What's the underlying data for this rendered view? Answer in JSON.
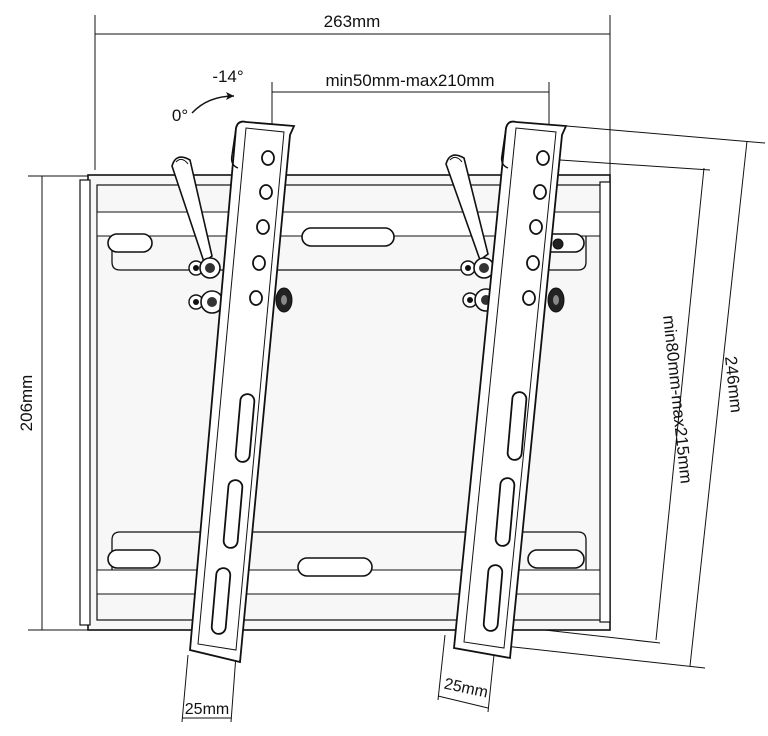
{
  "dimensions": {
    "overall_width": "263mm",
    "overall_height": "206mm",
    "bracket_height": "246mm",
    "vesa_horizontal": "min50mm-max210mm",
    "vesa_vertical": "min80mm-max215mm",
    "arm_width_left": "25mm",
    "arm_width_right": "25mm"
  },
  "tilt": {
    "angle_tilted": "-14°",
    "angle_upright": "0°"
  }
}
